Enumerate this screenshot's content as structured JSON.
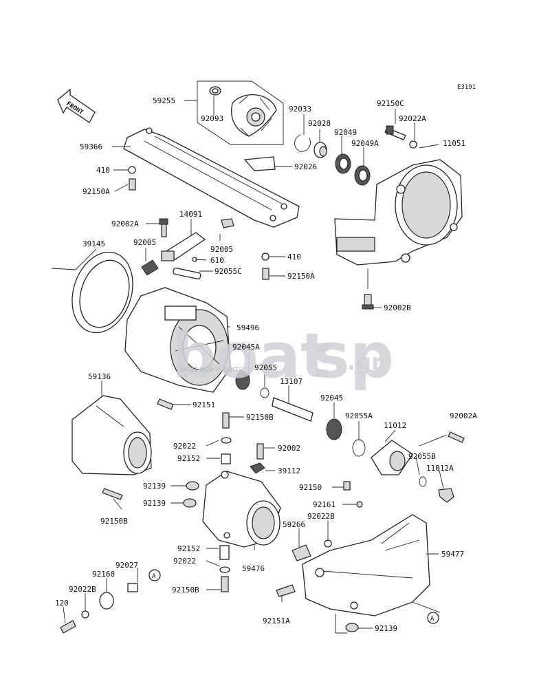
{
  "diagram_code": "E3191",
  "front_label": "FRONT",
  "ref_marker": "A",
  "watermark": {
    "brand_a": "boat",
    "brand_b": "sp",
    "suffix": ".gr",
    "tagline": "boat spare parts"
  },
  "labels": [
    {
      "id": "59255",
      "text": "59255"
    },
    {
      "id": "92093",
      "text": "92093"
    },
    {
      "id": "92033",
      "text": "92033"
    },
    {
      "id": "92028",
      "text": "92028"
    },
    {
      "id": "92049",
      "text": "92049"
    },
    {
      "id": "92049A",
      "text": "92049A"
    },
    {
      "id": "92150C",
      "text": "92150C"
    },
    {
      "id": "92022A",
      "text": "92022A"
    },
    {
      "id": "11051",
      "text": "11051"
    },
    {
      "id": "59366",
      "text": "59366"
    },
    {
      "id": "92026",
      "text": "92026"
    },
    {
      "id": "410a",
      "text": "410"
    },
    {
      "id": "92150A_top",
      "text": "92150A"
    },
    {
      "id": "92002A_l",
      "text": "92002A"
    },
    {
      "id": "14091",
      "text": "14091"
    },
    {
      "id": "39145",
      "text": "39145"
    },
    {
      "id": "92005_l",
      "text": "92005"
    },
    {
      "id": "92005_r",
      "text": "92005"
    },
    {
      "id": "610",
      "text": "610"
    },
    {
      "id": "410b",
      "text": "410"
    },
    {
      "id": "92055C",
      "text": "92055C"
    },
    {
      "id": "92150A_mid",
      "text": "92150A"
    },
    {
      "id": "92002B",
      "text": "92002B"
    },
    {
      "id": "59496",
      "text": "59496"
    },
    {
      "id": "92045A",
      "text": "92045A"
    },
    {
      "id": "92055",
      "text": "92055"
    },
    {
      "id": "13107",
      "text": "13107"
    },
    {
      "id": "59136",
      "text": "59136"
    },
    {
      "id": "92151",
      "text": "92151"
    },
    {
      "id": "92150B_a",
      "text": "92150B"
    },
    {
      "id": "92045",
      "text": "92045"
    },
    {
      "id": "92055A",
      "text": "92055A"
    },
    {
      "id": "11012",
      "text": "11012"
    },
    {
      "id": "92002A_r",
      "text": "92002A"
    },
    {
      "id": "92022",
      "text": "92022"
    },
    {
      "id": "92002",
      "text": "92002"
    },
    {
      "id": "92152_a",
      "text": "92152"
    },
    {
      "id": "39112",
      "text": "39112"
    },
    {
      "id": "92055B",
      "text": "92055B"
    },
    {
      "id": "11012A",
      "text": "11012A"
    },
    {
      "id": "92139_a",
      "text": "92139"
    },
    {
      "id": "92139_b",
      "text": "92139"
    },
    {
      "id": "92150",
      "text": "92150"
    },
    {
      "id": "92150B_b",
      "text": "92150B"
    },
    {
      "id": "92161",
      "text": "92161"
    },
    {
      "id": "92022B_r",
      "text": "92022B"
    },
    {
      "id": "59266",
      "text": "59266"
    },
    {
      "id": "59477",
      "text": "59477"
    },
    {
      "id": "92152_b",
      "text": "92152"
    },
    {
      "id": "92022_b",
      "text": "92022"
    },
    {
      "id": "59476",
      "text": "59476"
    },
    {
      "id": "92027",
      "text": "92027"
    },
    {
      "id": "92160",
      "text": "92160"
    },
    {
      "id": "92022B_l",
      "text": "92022B"
    },
    {
      "id": "92150B_c",
      "text": "92150B"
    },
    {
      "id": "120",
      "text": "120"
    },
    {
      "id": "92151A",
      "text": "92151A"
    },
    {
      "id": "92139_c",
      "text": "92139"
    }
  ]
}
